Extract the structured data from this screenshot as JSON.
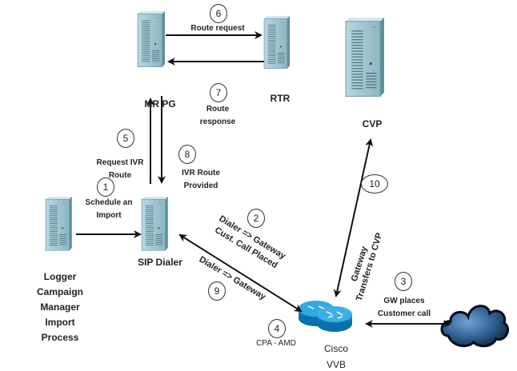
{
  "nodes": {
    "mrpg": {
      "label": "MR PG",
      "type": "server"
    },
    "rtr": {
      "label": "RTR",
      "type": "server"
    },
    "cvp": {
      "label": "CVP",
      "type": "server"
    },
    "logger": {
      "label_lines": [
        "Logger",
        "Campaign",
        "Manager",
        "Import",
        "Process"
      ],
      "type": "server"
    },
    "sipdialer": {
      "label": "SIP Dialer",
      "type": "server"
    },
    "vvb": {
      "label_lines": [
        "Cisco",
        "VVB"
      ],
      "type": "router"
    },
    "pstn": {
      "label": "",
      "type": "cloud"
    }
  },
  "steps": [
    {
      "num": "1",
      "text_lines": [
        "Schedule an",
        "Import"
      ]
    },
    {
      "num": "2",
      "text_lines": [
        "Dialer => Gateway",
        "Cust. Call Placed"
      ]
    },
    {
      "num": "3",
      "text_lines": [
        "GW places",
        "Customer call"
      ]
    },
    {
      "num": "4",
      "text_lines": [
        "CPA - AMD"
      ]
    },
    {
      "num": "5",
      "text_lines": [
        "Request IVR",
        "Route"
      ]
    },
    {
      "num": "6",
      "text_lines": [
        "Route request"
      ]
    },
    {
      "num": "7",
      "text_lines": [
        "Route",
        "response"
      ]
    },
    {
      "num": "8",
      "text_lines": [
        "IVR Route",
        "Provided"
      ]
    },
    {
      "num": "9",
      "text_lines": [
        "Dialer => Gateway"
      ]
    },
    {
      "num": "10",
      "text_lines": [
        "Gateway",
        "Transfers to CVP"
      ]
    }
  ],
  "colors": {
    "server_front": "#9fc3cf",
    "server_side": "#5f8f9e",
    "router": "#1e9ad6",
    "cloud": "#2f5f8f",
    "arrow": "#111111"
  }
}
